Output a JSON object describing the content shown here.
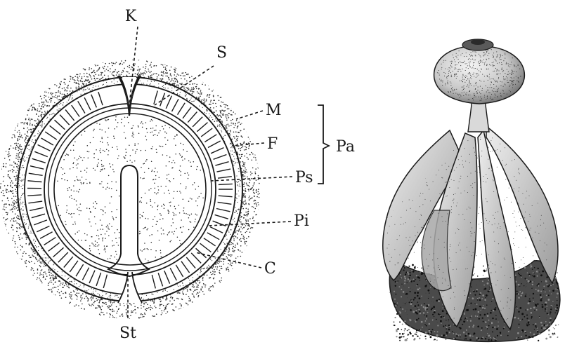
{
  "section_labels": {
    "k": "K",
    "s": "S",
    "m": "M",
    "f": "F",
    "pa": "Pa",
    "ps": "Ps",
    "pi": "Pi",
    "c": "C",
    "st": "St"
  },
  "colors": {
    "ink": "#1a1a1a",
    "stipple": "#2a2a2a",
    "background": "#ffffff",
    "fruit_shade": "#bdbdbd"
  }
}
